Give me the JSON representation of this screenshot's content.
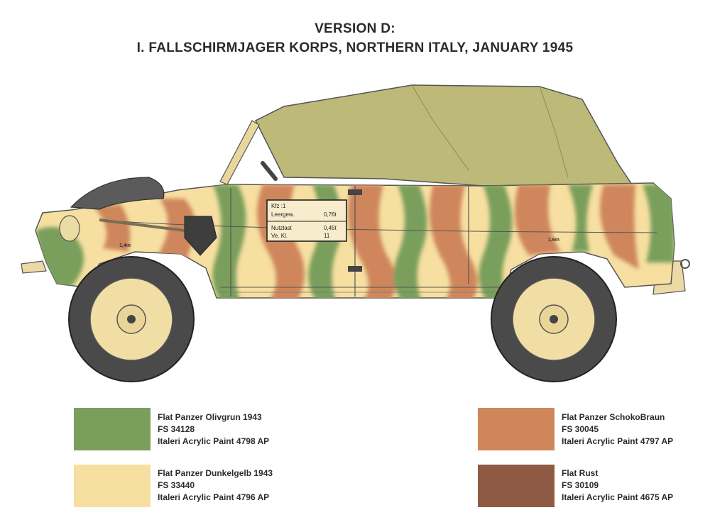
{
  "header": {
    "version": "VERSION D:",
    "unit": "I. FALLSCHIRMJAGER KORPS, NORTHERN ITALY, JANUARY 1945"
  },
  "vehicle": {
    "plate": {
      "kfz": "Kfz :1",
      "leergew_label": "Leergew.",
      "leergew_value": "0,76t",
      "nutzlast_label": "Nutzlast",
      "nutzlast_value": "0,45t",
      "vekl_label": "Ve. Kl.",
      "vekl_value": "11"
    },
    "front_marking": "1,4m",
    "rear_marking": "1,6m"
  },
  "colors": {
    "olivgrun": "#7a9f5c",
    "dunkelgelb": "#f6dfa0",
    "schokobraun": "#cf865b",
    "rust": "#8e5a43",
    "tarp": "#bcb979",
    "tire": "#4a4a4a"
  },
  "paints": [
    {
      "name": "Flat Panzer Olivgrun 1943",
      "fs": "FS 34128",
      "italeri": "Italeri Acrylic Paint 4798 AP",
      "color": "#7a9f5c"
    },
    {
      "name": "Flat Panzer Dunkelgelb 1943",
      "fs": "FS 33440",
      "italeri": "Italeri Acrylic Paint 4796 AP",
      "color": "#f6dfa0"
    },
    {
      "name": "Flat Panzer SchokoBraun",
      "fs": "FS  30045",
      "italeri": "Italeri Acrylic Paint 4797 AP",
      "color": "#cf865b"
    },
    {
      "name": "Flat Rust",
      "fs": "FS 30109",
      "italeri": "Italeri Acrylic Paint 4675 AP",
      "color": "#8e5a43"
    }
  ]
}
